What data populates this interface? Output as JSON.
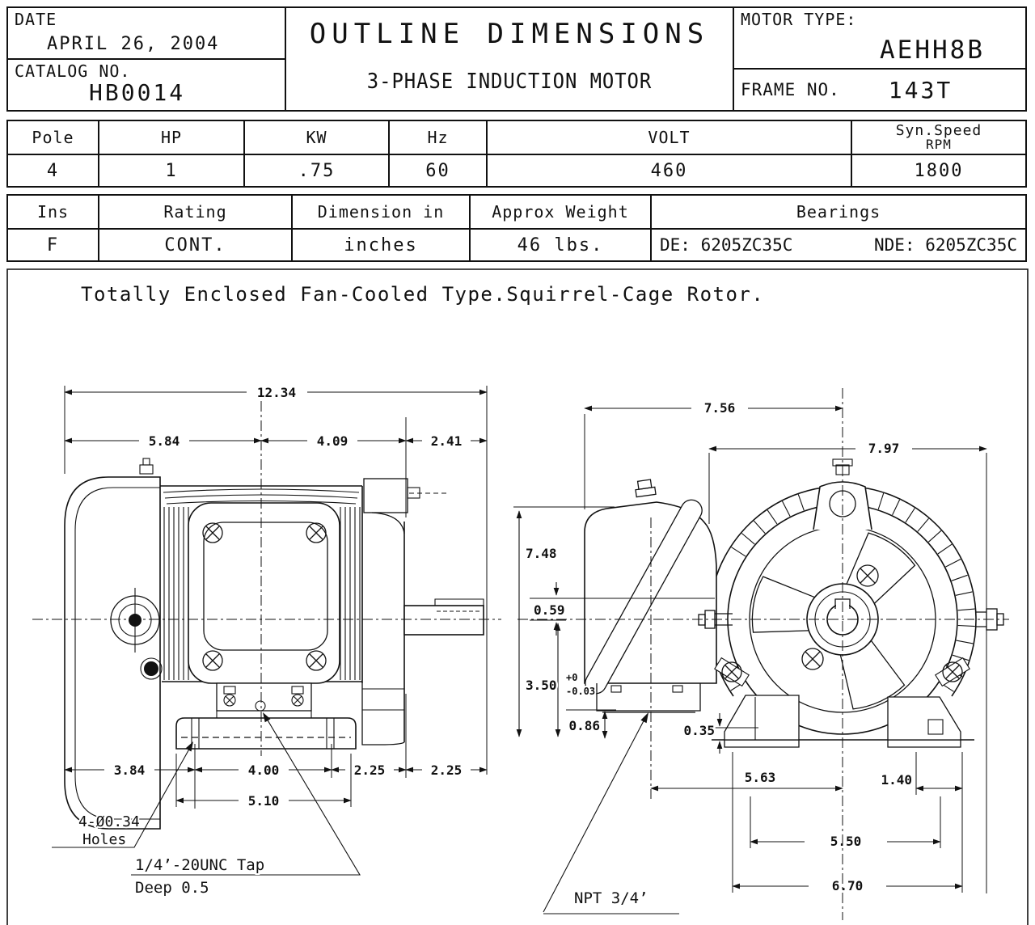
{
  "title_block": {
    "date_label": "DATE",
    "date_value": "APRIL 26, 2004",
    "catalog_label": "CATALOG NO.",
    "catalog_value": "HB0014",
    "title_line1": "OUTLINE DIMENSIONS",
    "title_line2": "3-PHASE INDUCTION MOTOR",
    "motor_type_label": "MOTOR TYPE:",
    "motor_type_value": "AEHH8B",
    "frame_label": "FRAME NO.",
    "frame_value": "143T"
  },
  "spec_table": {
    "col_pole": "Pole",
    "col_hp": "HP",
    "col_kw": "KW",
    "col_hz": "Hz",
    "col_volt": "VOLT",
    "col_syn1": "Syn.Speed",
    "col_syn2": "RPM",
    "val_pole": "4",
    "val_hp": "1",
    "val_kw": ".75",
    "val_hz": "60",
    "val_volt": "460",
    "val_syn": "1800"
  },
  "rating_table": {
    "col_ins": "Ins",
    "col_rating": "Rating",
    "col_dim": "Dimension in",
    "col_weight": "Approx Weight",
    "col_bearings": "Bearings",
    "val_ins": "F",
    "val_rating": "CONT.",
    "val_dim": "inches",
    "val_weight": "46 lbs.",
    "val_bearing_de": "DE: 6205ZC35C",
    "val_bearing_nde": "NDE: 6205ZC35C"
  },
  "description": "Totally Enclosed Fan-Cooled Type.Squirrel-Cage Rotor.",
  "side_view": {
    "dim_overall": "12.34",
    "dim_a": "5.84",
    "dim_b": "4.09",
    "dim_c": "2.41",
    "dim_d": "3.84",
    "dim_e": "4.00",
    "dim_f": "2.25",
    "dim_g": "2.25",
    "dim_h": "5.10",
    "holes_note1": "4-Ø0.34",
    "holes_note2": "Holes",
    "tap_note1": "1/4’-20UNC Tap",
    "tap_note2": "Deep 0.5"
  },
  "end_view": {
    "dim_top": "7.56",
    "dim_width": "7.97",
    "dim_height": "7.48",
    "dim_k": "0.59",
    "dim_shaft": "3.50",
    "tol_plus": "+0",
    "tol_minus": "-0.03",
    "dim_m": "0.86",
    "dim_n": "0.35",
    "dim_p": "5.63",
    "dim_q": "1.40",
    "dim_r": "5.50",
    "dim_s": "6.70",
    "npt_note": "NPT 3/4’"
  }
}
